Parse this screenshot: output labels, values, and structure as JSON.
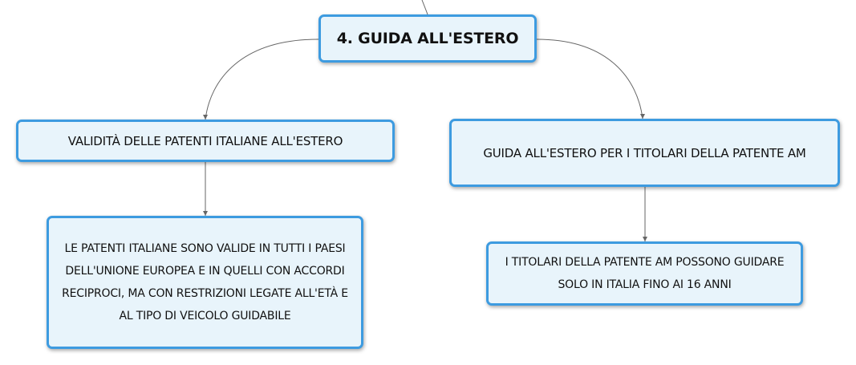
{
  "root": {
    "label": "4. GUIDA ALL'ESTERO"
  },
  "branches": [
    {
      "label": "VALIDITÀ DELLE PATENTI ITALIANE ALL'ESTERO",
      "child": "LE PATENTI ITALIANE SONO VALIDE IN TUTTI I PAESI DELL'UNIONE EUROPEA E IN QUELLI CON ACCORDI RECIPROCI, MA CON RESTRIZIONI LEGATE ALL'ETÀ E AL TIPO DI VEICOLO GUIDABILE"
    },
    {
      "label": "GUIDA ALL'ESTERO PER I TITOLARI DELLA PATENTE AM",
      "child": "I TITOLARI DELLA PATENTE AM POSSONO GUIDARE SOLO IN ITALIA FINO AI 16 ANNI"
    }
  ],
  "colors": {
    "node_border": "#3d9be0",
    "node_fill": "#e8f4fb",
    "connector": "#666666"
  }
}
